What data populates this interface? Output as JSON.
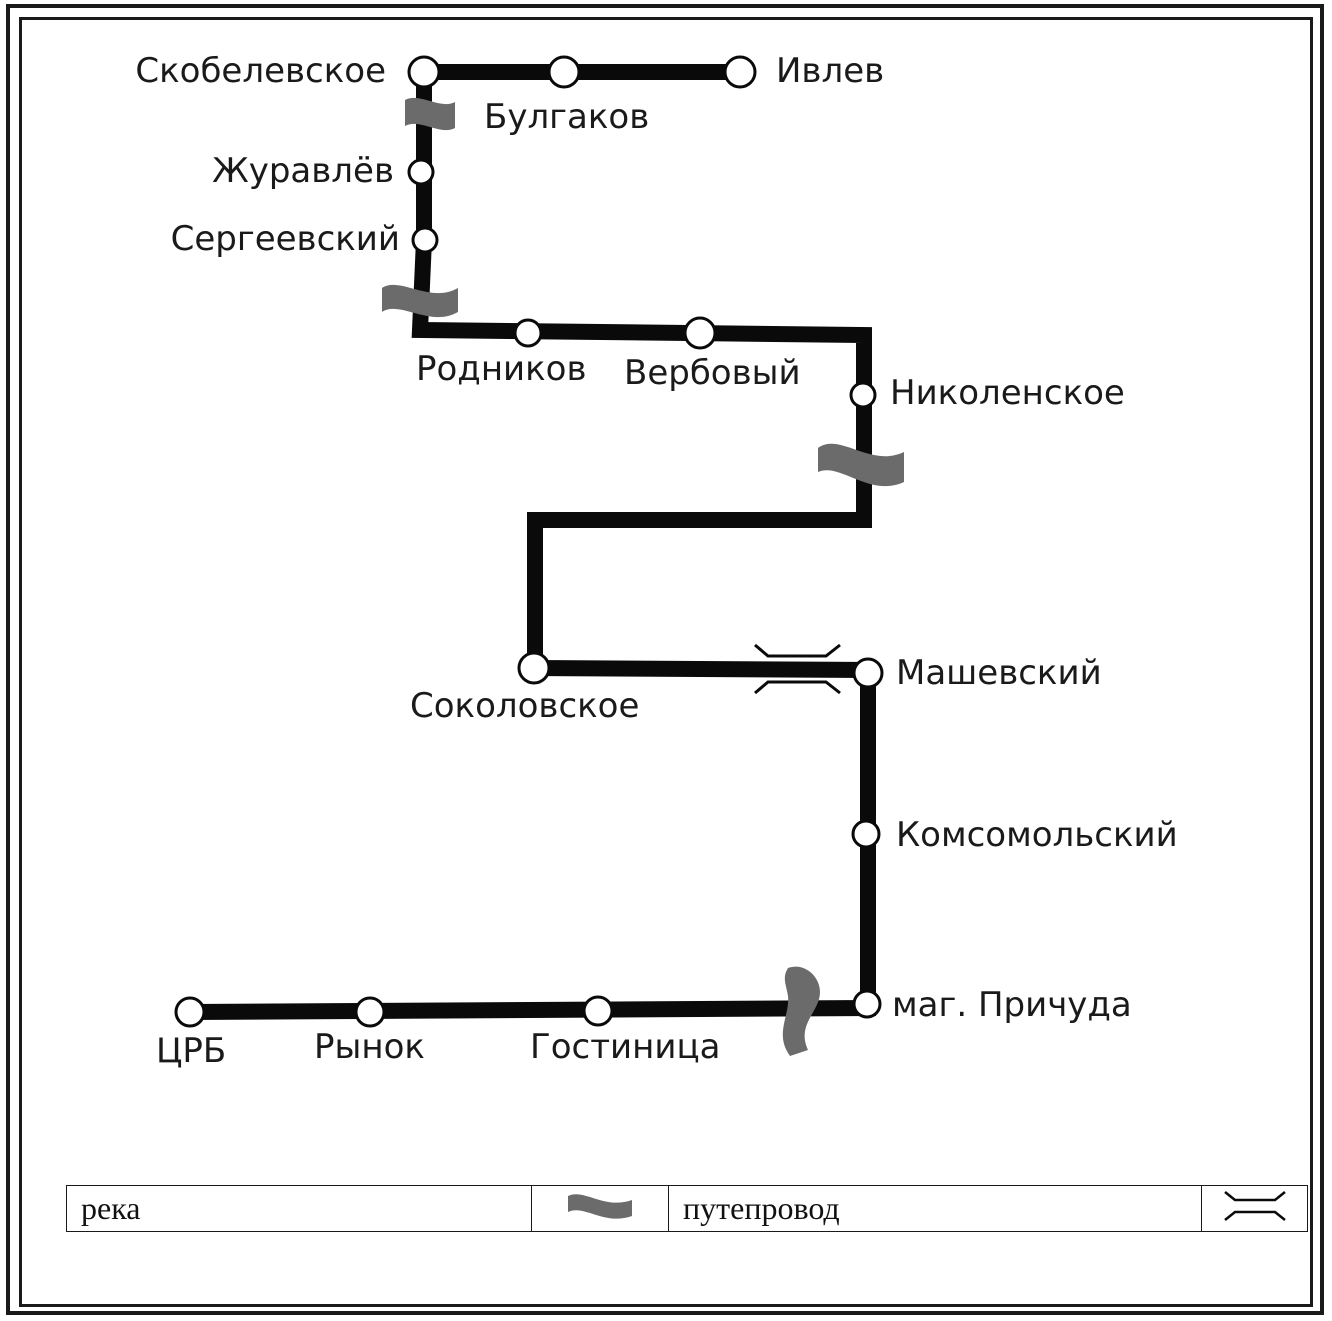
{
  "stations": {
    "skobelevskoe": "Скобелевское",
    "bulgakov": "Булгаков",
    "ivlev": "Ивлев",
    "zhuravlev": "Журавлёв",
    "sergeevsky": "Сергеевский",
    "rodnikov": "Родников",
    "verbovy": "Вербовый",
    "nikolenskoe": "Николенское",
    "sokolovskoe": "Соколовское",
    "mashevsky": "Машевский",
    "komsomolsky": "Комсомольский",
    "prichuda": "маг. Причуда",
    "gostinitsa": "Гостиница",
    "rynok": "Рынок",
    "crb": "ЦРБ"
  },
  "legend": {
    "river_label": "река",
    "overpass_label": "путепровод"
  },
  "colors": {
    "line": "#0a0a0a",
    "river": "#6b6b6b",
    "station_fill": "#ffffff"
  }
}
